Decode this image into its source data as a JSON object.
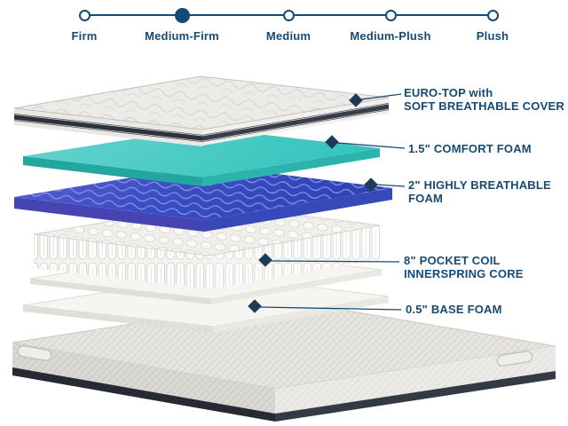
{
  "colors": {
    "navy": "#164a73",
    "diamond-navy": "#1f3a56",
    "teal": "#35c4be",
    "teal-dark": "#23a5a0"
  },
  "firmness_scale": {
    "options": [
      {
        "label": "Firm",
        "selected": false
      },
      {
        "label": "Medium-Firm",
        "selected": true
      },
      {
        "label": "Medium",
        "selected": false
      },
      {
        "label": "Medium-Plush",
        "selected": false
      },
      {
        "label": "Plush",
        "selected": false
      }
    ]
  },
  "diagram": {
    "type": "exploded-mattress-layers",
    "layers": [
      {
        "id": "euro-top",
        "label_lines": [
          "EURO-TOP with",
          "SOFT BREATHABLE COVER"
        ]
      },
      {
        "id": "comfort-foam",
        "label_lines": [
          "1.5\" COMFORT FOAM"
        ]
      },
      {
        "id": "breathable-foam",
        "label_lines": [
          "2\" HIGHLY BREATHABLE",
          "FOAM"
        ]
      },
      {
        "id": "pocket-coil",
        "label_lines": [
          "8\" POCKET COIL",
          "INNERSPRING CORE"
        ]
      },
      {
        "id": "base-foam",
        "label_lines": [
          "0.5\" BASE FOAM"
        ]
      }
    ]
  }
}
